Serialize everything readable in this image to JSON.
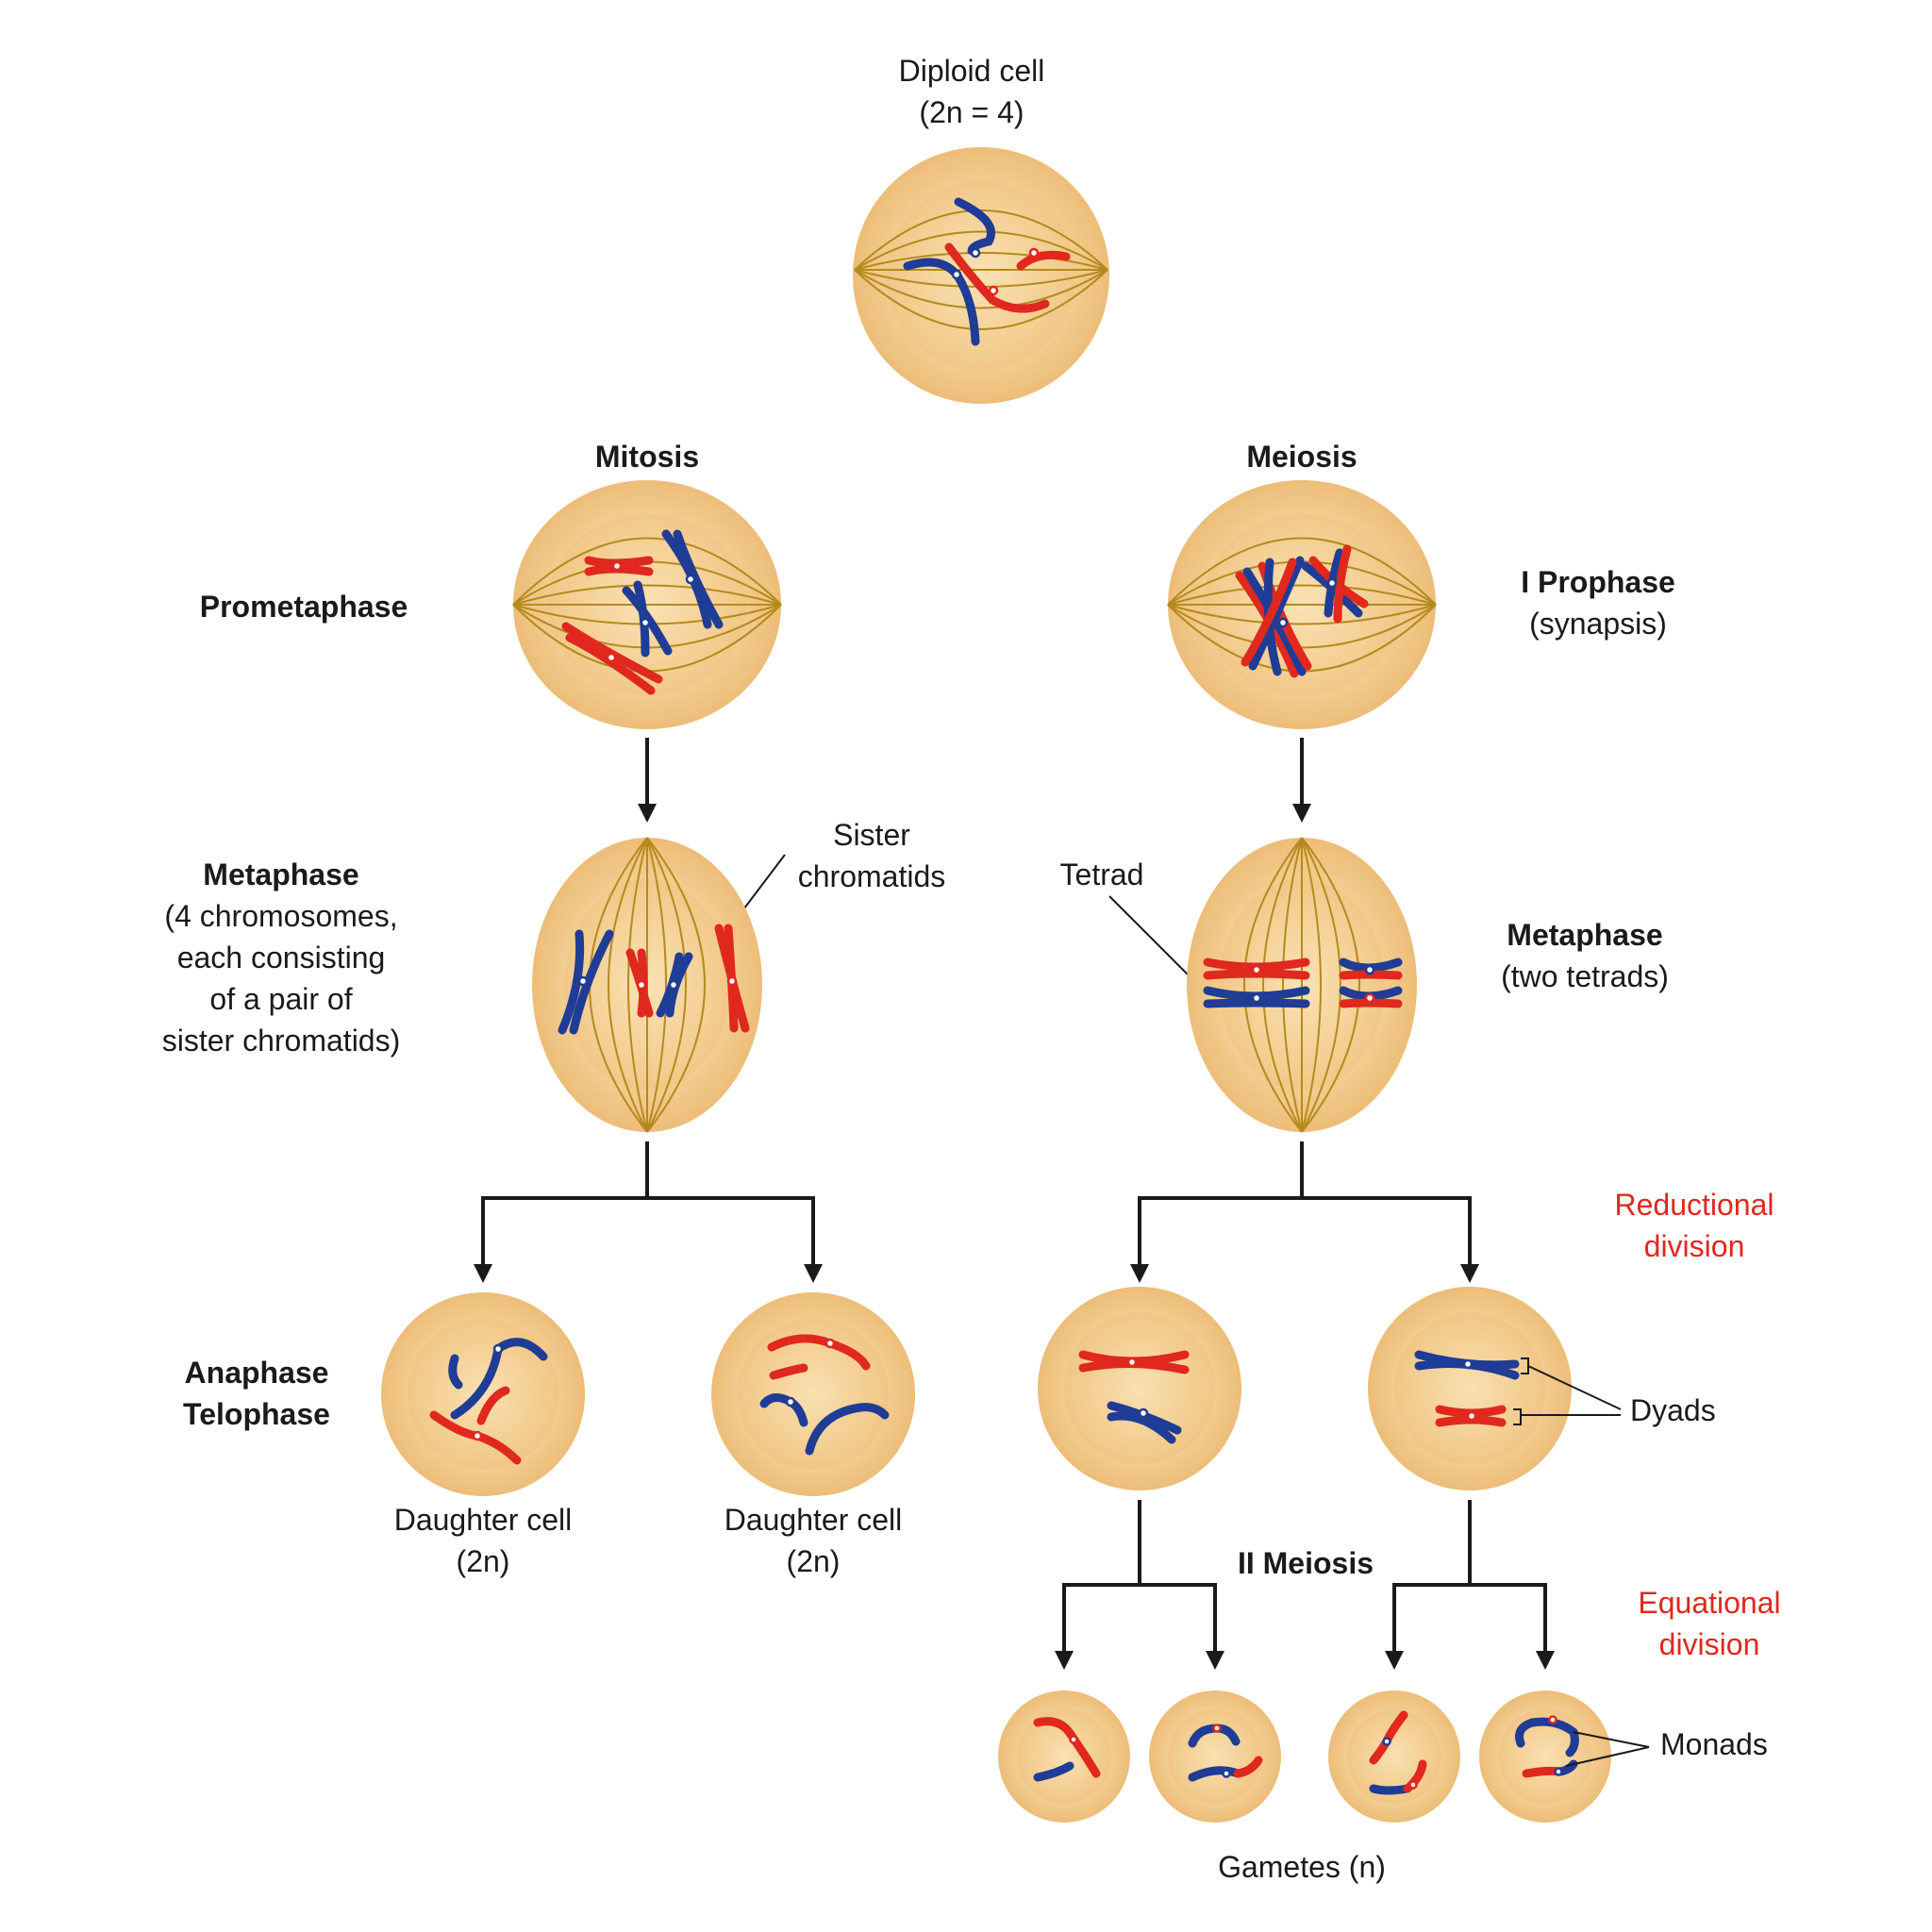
{
  "title": {
    "line1": "Diploid cell",
    "line2": "(2n = 4)"
  },
  "headers": {
    "mitosis": "Mitosis",
    "meiosis": "Meiosis"
  },
  "mitosis": {
    "prometaphase": "Prometaphase",
    "metaphase": {
      "title": "Metaphase",
      "lines": [
        "(4 chromosomes,",
        "each consisting",
        "of a pair of",
        "sister chromatids)"
      ]
    },
    "sister_label": [
      "Sister",
      "chromatids"
    ],
    "anaphase": [
      "Anaphase",
      "Telophase"
    ],
    "daughter1": [
      "Daughter cell",
      "(2n)"
    ],
    "daughter2": [
      "Daughter cell",
      "(2n)"
    ]
  },
  "meiosis": {
    "prophase": {
      "title": "I Prophase",
      "sub": "(synapsis)"
    },
    "tetrad_label": "Tetrad",
    "metaphase": {
      "title": "Metaphase",
      "sub": "(two tetrads)"
    },
    "reductional": [
      "Reductional",
      "division"
    ],
    "dyads": "Dyads",
    "meiosis2": "II Meiosis",
    "equational": [
      "Equational",
      "division"
    ],
    "monads": "Monads",
    "gametes": "Gametes (n)"
  },
  "colors": {
    "maternal": "#1f3c96",
    "paternal": "#e0281e",
    "cell": "#f2c37f",
    "spindle": "#b48a1e",
    "division_label": "#e0281e"
  }
}
